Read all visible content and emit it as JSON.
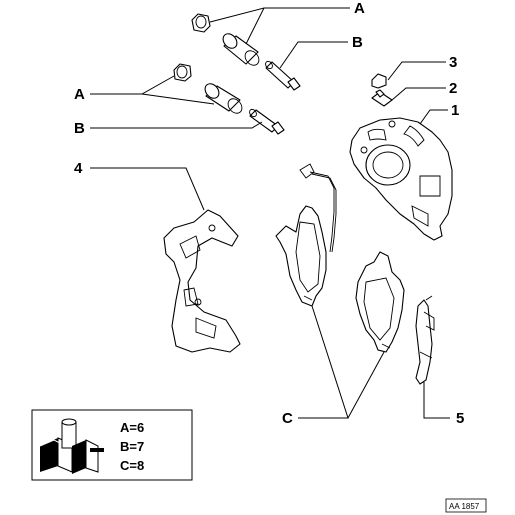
{
  "callouts": {
    "a_top": "A",
    "b_top": "B",
    "n3": "3",
    "n2": "2",
    "n1": "1",
    "a_left": "A",
    "b_left": "B",
    "n4": "4",
    "c": "C",
    "n5": "5"
  },
  "legend": {
    "line_a": "A=6",
    "line_b": "B=7",
    "line_c": "C=8"
  },
  "ref_code": "AA 1857"
}
